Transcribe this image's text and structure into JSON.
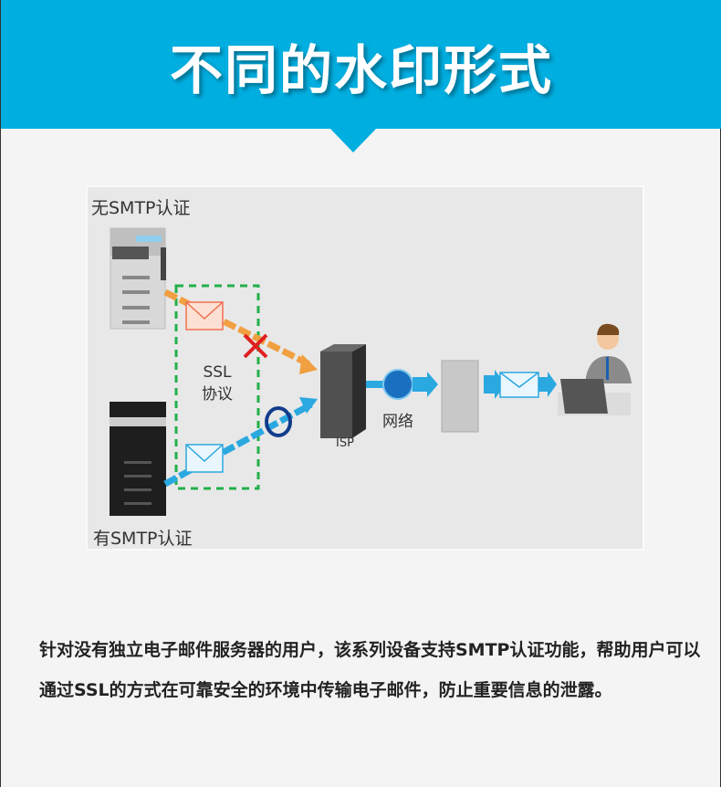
{
  "header": {
    "title": "不同的水印形式"
  },
  "diagram": {
    "label_without_smtp": "无SMTP认证",
    "label_with_smtp": "有SMTP认证",
    "ssl_line1": "SSL",
    "ssl_line2": "协议",
    "isp": "ISP",
    "network": "网络"
  },
  "description": "针对没有独立电子邮件服务器的用户，该系列设备支持SMTP认证功能，帮助用户可以通过SSL的方式在可靠安全的环境中传输电子邮件，防止重要信息的泄露。"
}
